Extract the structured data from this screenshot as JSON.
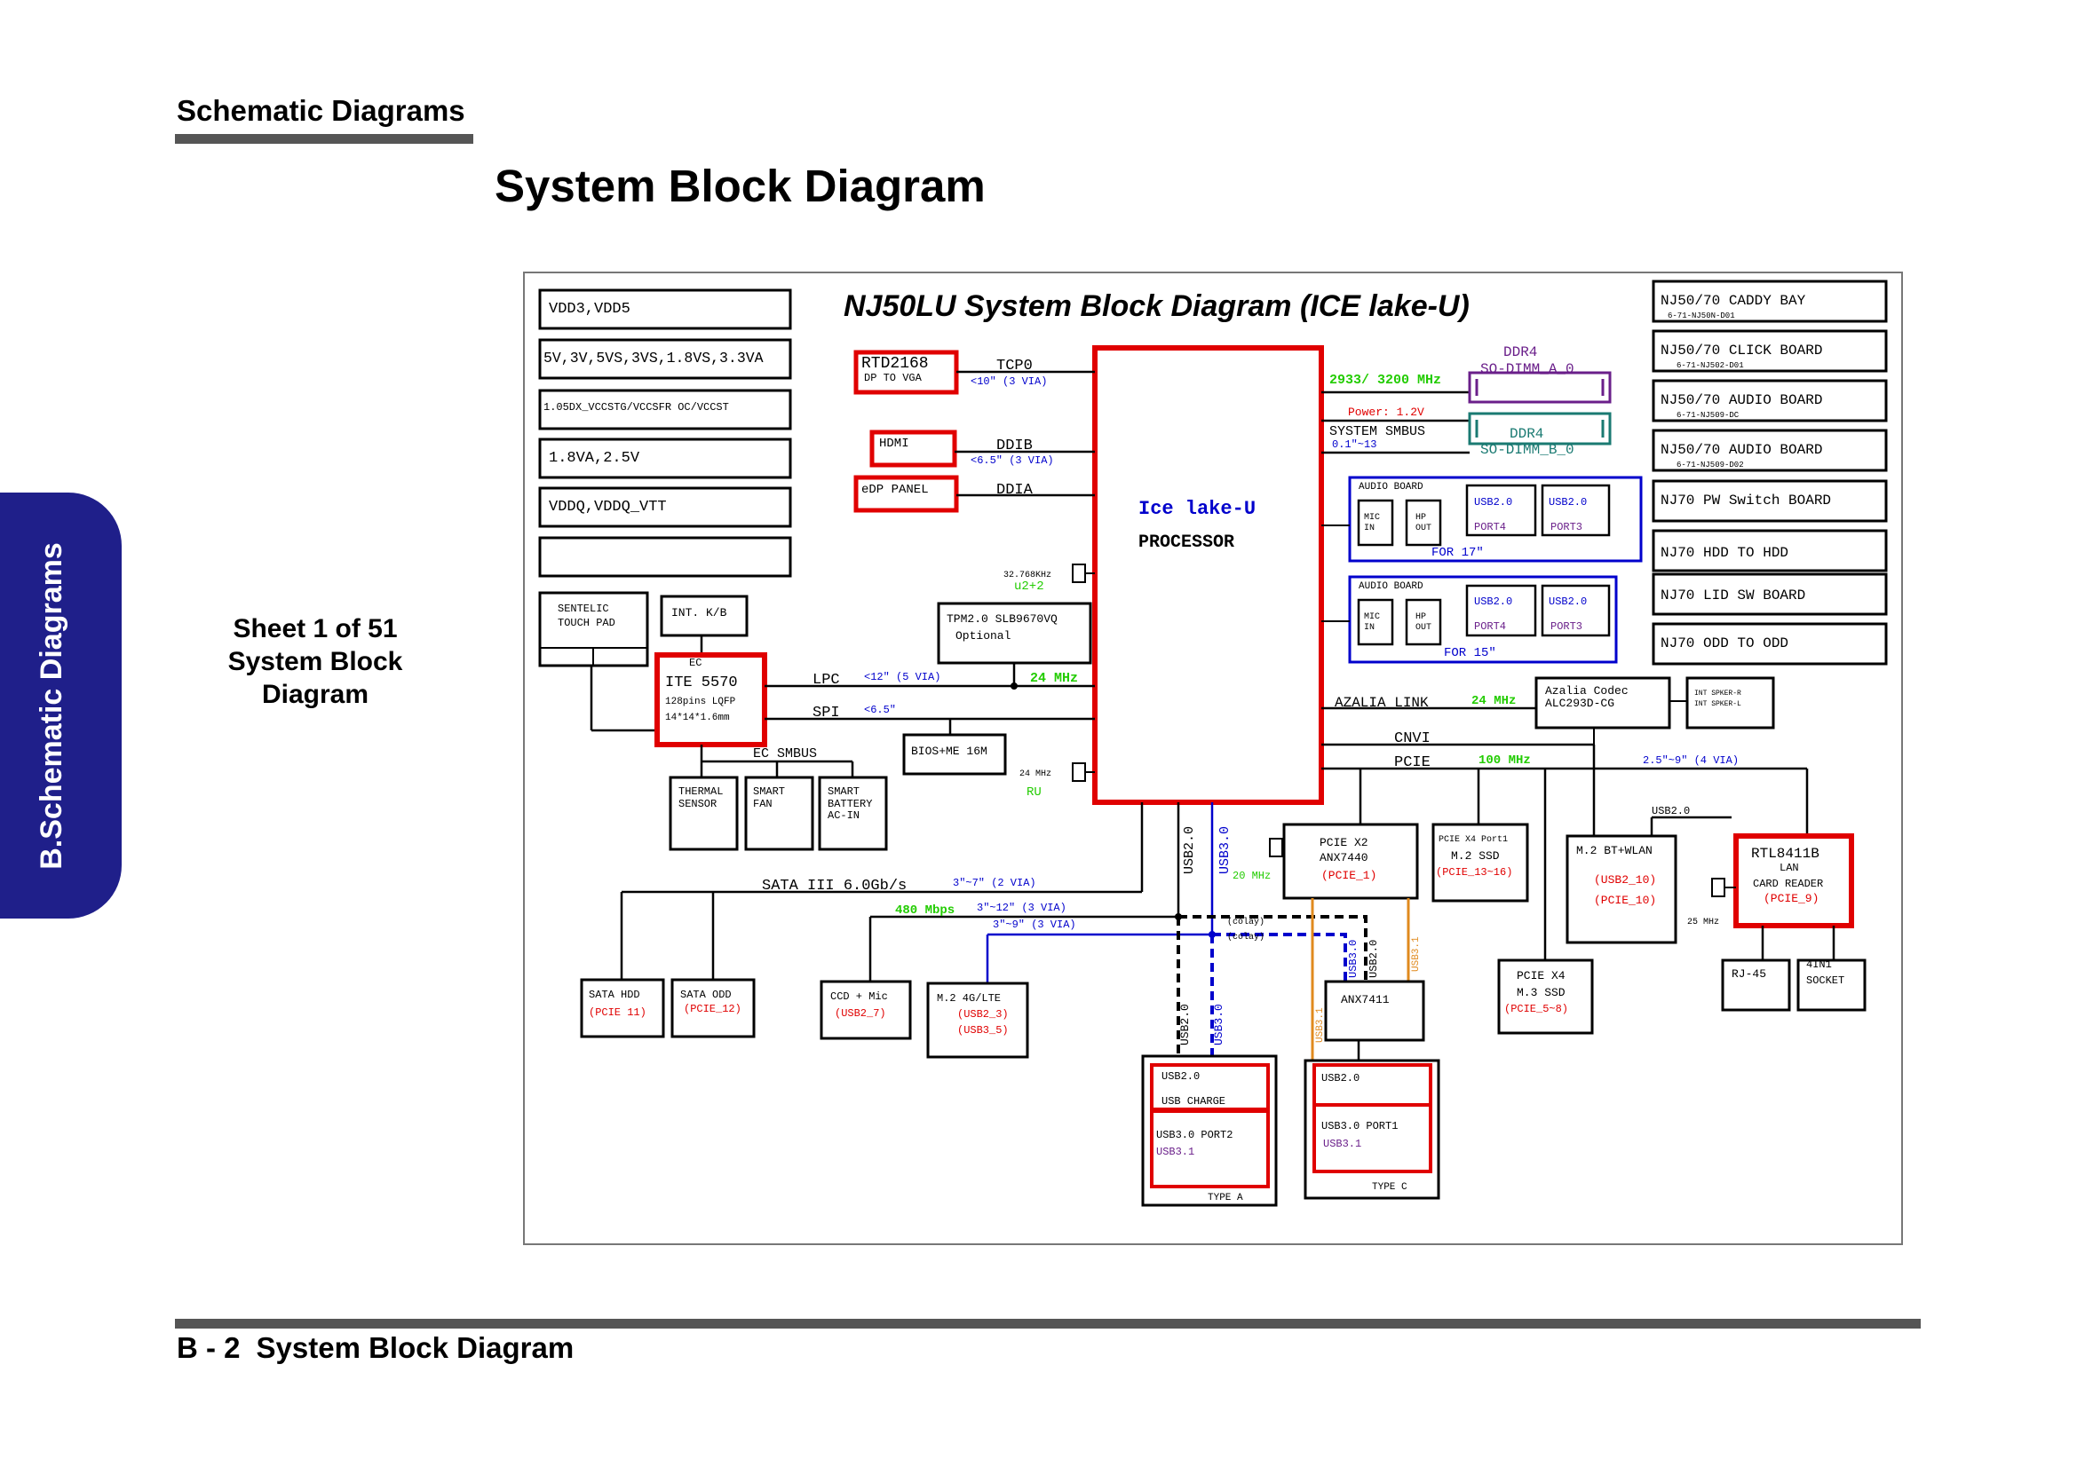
{
  "header": {
    "section_title": "Schematic  Diagrams",
    "page_title": "System Block Diagram"
  },
  "side_tab": {
    "label": "B.Schematic Diagrams"
  },
  "sheet_note": {
    "line1": "Sheet 1 of 51",
    "line2": "System Block",
    "line3": "Diagram"
  },
  "footer": {
    "page_number": "B - 2",
    "title": "System Block Diagram"
  },
  "diagram": {
    "title": "NJ50LU System Block Diagram (ICE lake-U)",
    "power_rails": [
      "VDD3,VDD5",
      "5V,3V,5VS,3VS,1.8VS,3.3VA",
      "1.05DX_VCCSTG/VCCSFR OC/VCCST",
      "1.8VA,2.5V",
      "VDDQ,VDDQ_VTT",
      ""
    ],
    "cpu": {
      "line1": "Ice lake-U",
      "line2": "PROCESSOR"
    },
    "rtd": {
      "name": "RTD2168",
      "sub": "DP TO VGA",
      "bus": "TCP0",
      "length": "<10\"  (3 VIA)"
    },
    "hdmi": {
      "name": "HDMI",
      "bus": "DDIB",
      "length": "<6.5\"  (3 VIA)"
    },
    "edp": {
      "name": "eDP PANEL",
      "bus": "DDIA"
    },
    "ddr": {
      "speed": "2933/ 3200 MHz",
      "power": "Power:  1.2V",
      "smbus": "SYSTEM  SMBUS",
      "smbus_len": "0.1\"~13",
      "dimm_a_type": "DDR4",
      "dimm_a": "SO-DIMM_A_0",
      "dimm_b_type": "DDR4",
      "dimm_b": "SO-DIMM_B_0"
    },
    "audio17": {
      "title": "AUDIO  BOARD",
      "mic": "MIC",
      "mic2": "IN",
      "hp": "HP",
      "hp2": "OUT",
      "usb_a": "USB2.0",
      "port_a": "PORT4",
      "usb_b": "USB2.0",
      "port_b": "PORT3",
      "label": "FOR 17\""
    },
    "audio15": {
      "title": "AUDIO  BOARD",
      "mic": "MIC",
      "mic2": "IN",
      "hp": "HP",
      "hp2": "OUT",
      "usb_a": "USB2.0",
      "port_a": "PORT4",
      "usb_b": "USB2.0",
      "port_b": "PORT3",
      "label": "FOR 15\""
    },
    "boards": [
      {
        "name": "NJ50/70  CADDY  BAY",
        "sub": "6-71-NJ50N-D01"
      },
      {
        "name": "NJ50/70  CLICK  BOARD",
        "sub": "6-71-NJ502-D01"
      },
      {
        "name": "NJ50/70   AUDIO  BOARD",
        "sub": "6-71-NJ509-DC"
      },
      {
        "name": "NJ50/70   AUDIO  BOARD",
        "sub": "6-71-NJ509-D02"
      },
      {
        "name": "NJ70  PW  Switch  BOARD",
        "sub": ""
      },
      {
        "name": "NJ70   HDD  TO  HDD",
        "sub": ""
      },
      {
        "name": "NJ70  LID  SW  BOARD",
        "sub": ""
      },
      {
        "name": "NJ70  ODD  TO  ODD",
        "sub": ""
      }
    ],
    "clock": {
      "freq": "32.768KHz",
      "label": "u2+2"
    },
    "tpm": {
      "line1": "TPM2.0  SLB9670VQ",
      "line2": "Optional"
    },
    "touchpad": {
      "line1": "SENTELIC",
      "line2": "TOUCH  PAD"
    },
    "kb": "INT.  K/B",
    "ec": {
      "title": "EC",
      "name": "ITE  5570",
      "pkg1": "128pins  LQFP",
      "pkg2": "14*14*1.6mm"
    },
    "lpc": {
      "bus": "LPC",
      "len": "<12\"  (5  VIA)",
      "freq": "24  MHz"
    },
    "spi": {
      "bus": "SPI",
      "len": "<6.5\""
    },
    "bios": "BIOS+ME  16M",
    "ec_smbus": "EC SMBUS",
    "ec_children": [
      {
        "l1": "THERMAL",
        "l2": "SENSOR",
        "l3": ""
      },
      {
        "l1": "SMART",
        "l2": "FAN",
        "l3": ""
      },
      {
        "l1": "SMART",
        "l2": "BATTERY",
        "l3": "AC-IN"
      }
    ],
    "clock24": {
      "freq": "24 MHz",
      "label": "RU"
    },
    "azalia": {
      "bus": "AZALIA  LINK",
      "freq": "24 MHz",
      "codec1": "Azalia  Codec",
      "codec2": "ALC293D-CG",
      "spk1": "INT SPKER-R",
      "spk2": "INT SPKER-L"
    },
    "cnvi": "CNVI",
    "pcie": {
      "bus": "PCIE",
      "freq": "100 MHz",
      "len": "2.5\"~9\"  (4  VIA)"
    },
    "usb_right": "USB2.0",
    "anx7440": {
      "l1": "PCIE  X2",
      "l2": "ANX7440",
      "l3": "(PCIE_1)",
      "freq": "20 MHz"
    },
    "ssd2": {
      "l1": "PCIE  X4  Port1",
      "l2": "M.2  SSD",
      "l3": "(PCIE_13~16)"
    },
    "wlan": {
      "l1": "M.2  BT+WLAN",
      "l2": "(USB2_10)",
      "l3": "(PCIE_10)"
    },
    "lan": {
      "l1": "RTL8411B",
      "l2": "LAN",
      "l3": "CARD  READER",
      "l4": "(PCIE_9)",
      "freq": "25  MHz"
    },
    "rj45": "RJ-45",
    "socket": {
      "l1": "4IN1",
      "l2": "SOCKET"
    },
    "ssd3": {
      "l1": "PCIE  X4",
      "l2": "M.3  SSD",
      "l3": "(PCIE_5~8)"
    },
    "sata": {
      "bus": "SATA  III  6.0Gb/s",
      "len": "3\"~7\"  (2  VIA)"
    },
    "usb_bus": {
      "speed": "480  Mbps",
      "len1": "3\"~12\"  (3  VIA)",
      "len2": "3\"~9\"  (3  VIA)",
      "colay1": "(colay)",
      "colay2": "(colay)"
    },
    "cpu_usb2": "USB2.0",
    "cpu_usb3": "USB3.0",
    "hdd": {
      "l1": "SATA  HDD",
      "l2": "(PCIE 11)"
    },
    "odd": {
      "l1": "SATA  ODD",
      "l2": "(PCIE_12)"
    },
    "ccd": {
      "l1": "CCD  +  Mic",
      "l2": "(USB2_7)"
    },
    "lte": {
      "l1": "M.2  4G/LTE",
      "l2": "(USB2_3)",
      "l3": "(USB3_5)"
    },
    "anx7411": "ANX7411",
    "type_a": {
      "usb2": "USB2.0",
      "charge": "USB  CHARGE",
      "usb3": "USB3.0  PORT2",
      "usb31": "USB3.1",
      "label": "TYPE  A",
      "v_usb2": "USB2.0",
      "v_usb3": "USB3.0"
    },
    "type_c": {
      "usb2": "USB2.0",
      "usb3": "USB3.0  PORT1",
      "usb31": "USB3.1",
      "label": "TYPE  C",
      "v_usb3": "USB3.0",
      "v_usb2": "USB2.0",
      "v_o1": "USB3.1",
      "v_o2": "USB3.1"
    },
    "colors": {
      "red": "#e00000",
      "blue": "#0000cc",
      "green": "#22cc00",
      "purple": "#6a1f8a",
      "teal": "#1a7a72",
      "orange": "#e08a1e"
    }
  }
}
